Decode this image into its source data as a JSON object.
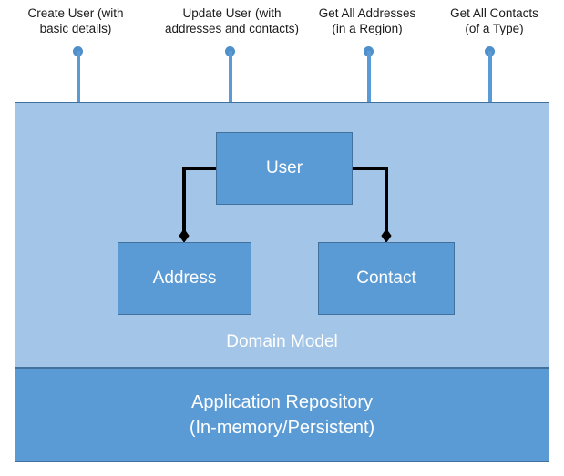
{
  "diagram": {
    "title": "Domain Model and Application Repository architecture diagram",
    "colors": {
      "panel_light_blue": "#a3c6e8",
      "box_blue": "#5b9bd5",
      "border_blue": "#41719c",
      "pin_blue": "#4f8fca",
      "connector_black": "#000000",
      "label_text": "#1a1a1a",
      "box_text": "#ffffff"
    },
    "callouts": [
      {
        "id": "create-user",
        "line1": "Create User (with",
        "line2": "basic details)",
        "text": "Create User (with\nbasic details)"
      },
      {
        "id": "update-user",
        "line1": "Update User (with",
        "line2": "addresses and contacts)",
        "text": "Update User (with\naddresses and contacts)"
      },
      {
        "id": "get-all-addresses",
        "line1": "Get All Addresses",
        "line2": "(in a Region)",
        "text": "Get All Addresses\n(in a Region)"
      },
      {
        "id": "get-all-contacts",
        "line1": "Get All Contacts",
        "line2": "(of a Type)",
        "text": "Get All Contacts\n(of a Type)"
      }
    ],
    "domain_model": {
      "label": "Domain Model",
      "entities": [
        {
          "id": "user",
          "label": "User"
        },
        {
          "id": "address",
          "label": "Address"
        },
        {
          "id": "contact",
          "label": "Contact"
        }
      ],
      "relationships": [
        {
          "from": "user",
          "to": "address",
          "type": "composition"
        },
        {
          "from": "user",
          "to": "contact",
          "type": "composition"
        }
      ]
    },
    "repository": {
      "line1": "Application Repository",
      "line2": "(In-memory/Persistent)"
    }
  }
}
